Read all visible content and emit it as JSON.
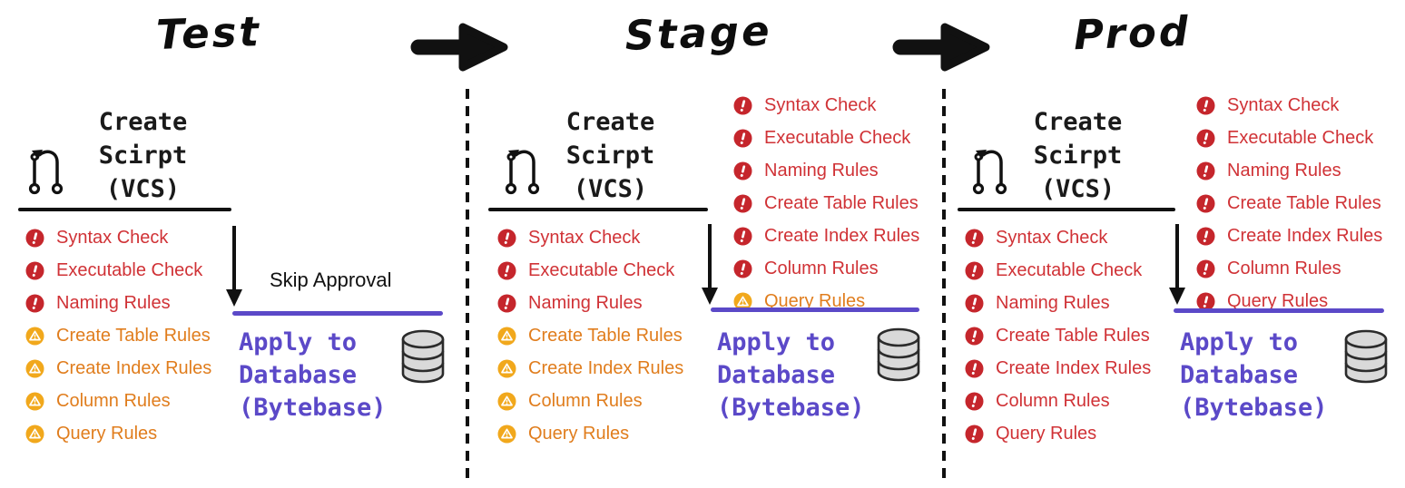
{
  "colors": {
    "red_icon": "#c5262c",
    "red_text": "#d03236",
    "orange_icon": "#f1a81c",
    "orange_text": "#e07d1d",
    "purple": "#5b49c8",
    "ink": "#111111",
    "db_fill": "#d9d9d9"
  },
  "sections": [
    {
      "title": "Test",
      "script_lines": [
        "Create",
        "Scirpt",
        "(VCS)"
      ],
      "pre_rules": [
        {
          "label": "Syntax Check",
          "level": "error"
        },
        {
          "label": "Executable Check",
          "level": "error"
        },
        {
          "label": "Naming Rules",
          "level": "error"
        },
        {
          "label": "Create Table Rules",
          "level": "warning"
        },
        {
          "label": "Create Index Rules",
          "level": "warning"
        },
        {
          "label": "Column Rules",
          "level": "warning"
        },
        {
          "label": "Query Rules",
          "level": "warning"
        }
      ],
      "gate_rules": [],
      "skip_label": "Skip Approval",
      "apply_lines": [
        "Apply to",
        "Database",
        "(Bytebase)"
      ]
    },
    {
      "title": "Stage",
      "script_lines": [
        "Create",
        "Scirpt",
        "(VCS)"
      ],
      "pre_rules": [
        {
          "label": "Syntax Check",
          "level": "error"
        },
        {
          "label": "Executable Check",
          "level": "error"
        },
        {
          "label": "Naming Rules",
          "level": "error"
        },
        {
          "label": "Create Table Rules",
          "level": "warning"
        },
        {
          "label": "Create Index Rules",
          "level": "warning"
        },
        {
          "label": "Column Rules",
          "level": "warning"
        },
        {
          "label": "Query Rules",
          "level": "warning"
        }
      ],
      "gate_rules": [
        {
          "label": "Syntax Check",
          "level": "error"
        },
        {
          "label": "Executable Check",
          "level": "error"
        },
        {
          "label": "Naming Rules",
          "level": "error"
        },
        {
          "label": "Create Table Rules",
          "level": "error"
        },
        {
          "label": "Create Index Rules",
          "level": "error"
        },
        {
          "label": "Column Rules",
          "level": "error"
        },
        {
          "label": "Query Rules",
          "level": "warning"
        }
      ],
      "skip_label": null,
      "apply_lines": [
        "Apply to",
        "Database",
        "(Bytebase)"
      ]
    },
    {
      "title": "Prod",
      "script_lines": [
        "Create",
        "Scirpt",
        "(VCS)"
      ],
      "pre_rules": [
        {
          "label": "Syntax Check",
          "level": "error"
        },
        {
          "label": "Executable Check",
          "level": "error"
        },
        {
          "label": "Naming Rules",
          "level": "error"
        },
        {
          "label": "Create Table Rules",
          "level": "error"
        },
        {
          "label": "Create Index Rules",
          "level": "error"
        },
        {
          "label": "Column Rules",
          "level": "error"
        },
        {
          "label": "Query Rules",
          "level": "error"
        }
      ],
      "gate_rules": [
        {
          "label": "Syntax Check",
          "level": "error"
        },
        {
          "label": "Executable Check",
          "level": "error"
        },
        {
          "label": "Naming Rules",
          "level": "error"
        },
        {
          "label": "Create Table Rules",
          "level": "error"
        },
        {
          "label": "Create Index Rules",
          "level": "error"
        },
        {
          "label": "Column Rules",
          "level": "error"
        },
        {
          "label": "Query Rules",
          "level": "error"
        }
      ],
      "skip_label": null,
      "apply_lines": [
        "Apply to",
        "Database",
        "(Bytebase)"
      ]
    }
  ]
}
